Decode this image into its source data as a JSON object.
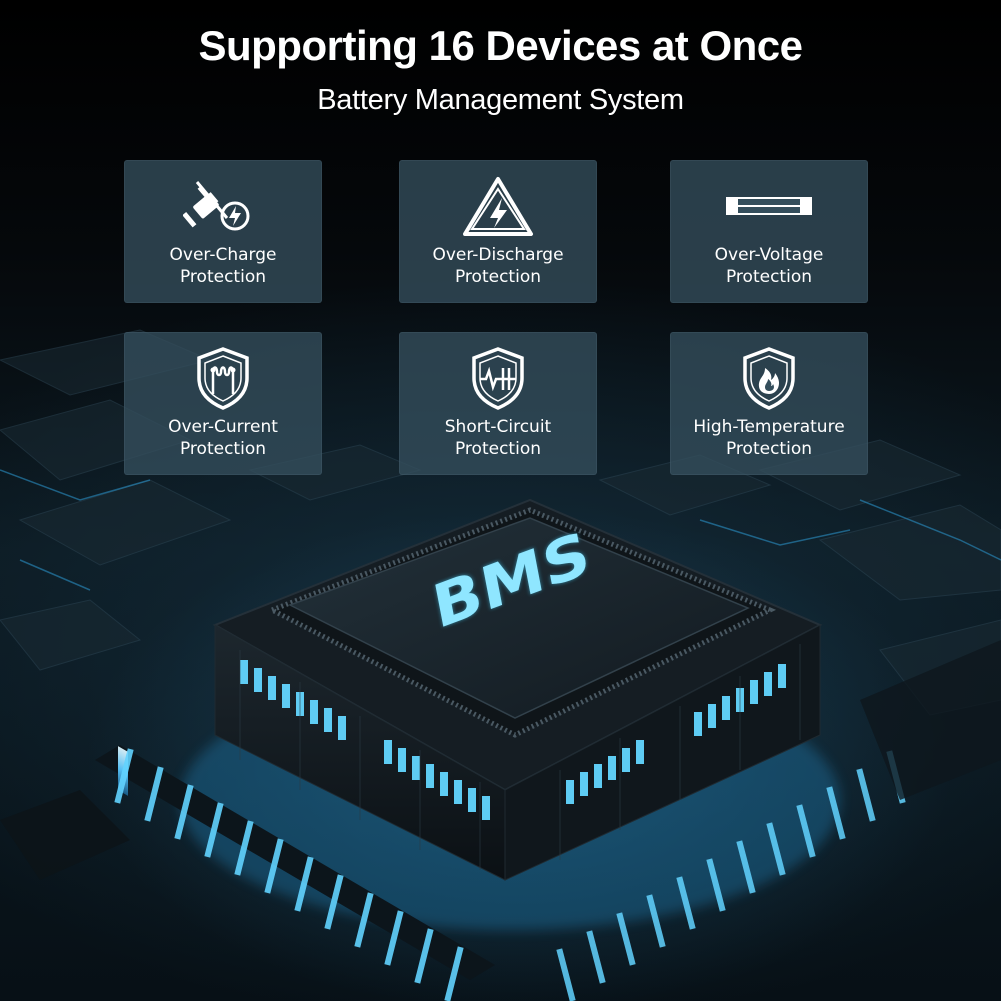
{
  "header": {
    "title": "Supporting 16 Devices at Once",
    "subtitle": "Battery Management System"
  },
  "features": [
    {
      "line1": "Over-Charge",
      "line2": "Protection",
      "icon": "unplug-bolt-icon"
    },
    {
      "line1": "Over-Discharge",
      "line2": "Protection",
      "icon": "warning-bolt-icon"
    },
    {
      "line1": "Over-Voltage",
      "line2": "Protection",
      "icon": "fuse-icon"
    },
    {
      "line1": "Over-Current",
      "line2": "Protection",
      "icon": "shield-current-icon"
    },
    {
      "line1": "Short-Circuit",
      "line2": "Protection",
      "icon": "shield-circuit-icon"
    },
    {
      "line1": "High-Temperature",
      "line2": "Protection",
      "icon": "shield-flame-icon"
    }
  ],
  "chip": {
    "label": "BMS"
  },
  "colors": {
    "accent_glow": "#3fd0ff",
    "card_bg": "#344e5c",
    "background": "#050709"
  }
}
